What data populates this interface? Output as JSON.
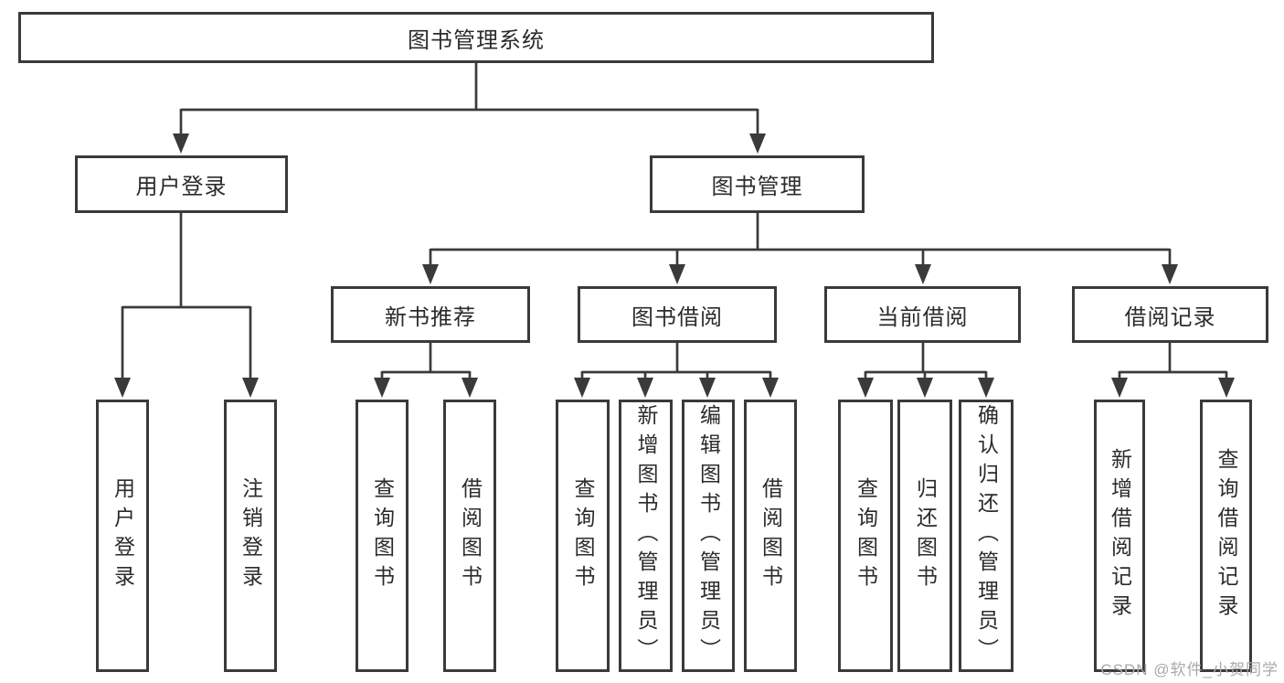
{
  "tree": {
    "root": {
      "label": "图书管理系统"
    },
    "level2": {
      "user_login": {
        "label": "用户登录"
      },
      "book_management": {
        "label": "图书管理"
      }
    },
    "level3": {
      "new_book_recommend": {
        "label": "新书推荐"
      },
      "book_borrow": {
        "label": "图书借阅"
      },
      "current_borrow": {
        "label": "当前借阅"
      },
      "borrow_records": {
        "label": "借阅记录"
      }
    },
    "leaves": {
      "user_login": [
        "用户登录",
        "注销登录"
      ],
      "new_book_recommend": [
        "查询图书",
        "借阅图书"
      ],
      "book_borrow": [
        "查询图书",
        "新增图书（管理员）",
        "编辑图书（管理员）",
        "借阅图书"
      ],
      "current_borrow": [
        "查询图书",
        "归还图书",
        "确认归还（管理员）"
      ],
      "borrow_records": [
        "新增借阅记录",
        "查询借阅记录"
      ]
    }
  },
  "watermark": "CSDN @软件_小贺同学",
  "colors": {
    "line": "#3a3a3a",
    "text": "#2b2b2b",
    "watermark": "#a9a9a9",
    "background": "#ffffff"
  }
}
